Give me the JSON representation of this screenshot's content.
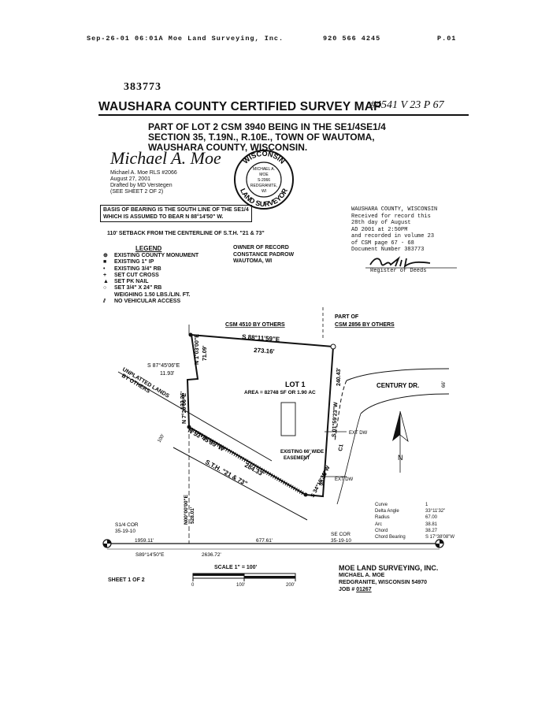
{
  "fax_header": {
    "left": "Sep-26-01 06:01A Moe Land Surveying, Inc.",
    "phone": "920 566 4245",
    "page": "P.01"
  },
  "doc_number": "383773",
  "title": "WAUSHARA COUNTY CERTIFIED SURVEY MAP",
  "handwritten_ref": "#4541 V 23 P 67",
  "description": [
    "PART OF  LOT 2 CSM 3940 BEING IN THE SE1/4SE1/4",
    "SECTION 35, T.19N., R.10E., TOWN OF WAUTOMA,",
    "WAUSHARA COUNTY, WISCONSIN."
  ],
  "surveyor": {
    "signature": "Michael A. Moe",
    "name_line": "Michael A. Moe RLS #2066",
    "date": "August 27, 2001",
    "drafted": "Drafted by MD Verstegen",
    "sheet_ref": "(SEE SHEET 2 OF 2)"
  },
  "seal": {
    "top": "WISCONSIN",
    "bottom": "LAND SURVEYOR",
    "line1": "MICHAEL A.",
    "line2": "MOE",
    "line3": "S-2066",
    "line4": "REDGRANITE,",
    "line5": "WI"
  },
  "bearing_basis": [
    "BASIS OF BEARING IS THE SOUTH LINE OF THE SE1/4",
    "WHICH IS ASSUMED TO BEAR N 88°14'50\" W."
  ],
  "setback_note": "110' SETBACK FROM THE CENTERLINE OF S.T.H. \"21 & 73\"",
  "recording": {
    "county": "WAUSHARA COUNTY, WISCONSIN",
    "line2": "Received for record this",
    "line3": "28th day of August",
    "line4": "AD 2001 at  2:50PM",
    "line5": "and recorded in volume   23",
    "line6": "of CSM        page 67 - 68",
    "line7": "Document Number  383773",
    "registrar": "Register of Deeds"
  },
  "legend": {
    "heading": "LEGEND",
    "items": [
      "EXISTING COUNTY MONUMENT",
      "EXISTING 1\" IP",
      "EXISTING 3/4\" RB",
      "SET CUT CROSS",
      "SET PK NAIL",
      "SET 3/4\" X 24\" RB",
      "WEIGHING 1.50 LBS./LIN. FT.",
      "NO VEHICULAR ACCESS"
    ]
  },
  "owner": {
    "heading": "OWNER OF RECORD",
    "name": "CONSTANCE PADROW",
    "place": "WAUTOMA, WI"
  },
  "map_labels": {
    "csm_4510": "CSM 4510 BY OTHERS",
    "part_of": "PART OF",
    "csm_2856": "CSM 2856 BY OTHERS",
    "north_line_bearing": "S 88°11'59\"E",
    "north_line_dist": "273.16'",
    "west_upper_bearing": "N 1°03'00\"E",
    "west_upper_dist": "71.09'",
    "jog_bearing": "S 87°45'06\"E",
    "jog_dist": "11.93'",
    "west_lower_bearing": "N 7°20'06\"E",
    "west_lower_dist": "133.26'",
    "east_dist": "240.43'",
    "east_bearing": "S 01°59'23\"W",
    "unplatted": "UNPLATTED LANDS",
    "by_others": "BY OTHERS",
    "sw_bearing": "N 53°45'05\"W",
    "hwy_dist": "284.33'",
    "hwy_name": "S.T.H. \"21 & 73\"",
    "se_bearing": "S 34°10'36\"W",
    "se_dist": "33.15'",
    "curve_label": "C1",
    "lot_name": "LOT 1",
    "lot_area": "AREA = 82748 SF OR 1.90 AC",
    "easement1": "EXISTING 66' WIDE",
    "easement2": "EASEMENT",
    "century": "CENTURY DR.",
    "century_width": "66'",
    "ext_dw1": "EXT DW",
    "ext_dw2": "EXT DW",
    "hwy_width": "100'",
    "north": "N",
    "s14_cor": "S1/4 COR",
    "s14_num": "35-19-10",
    "se_cor": "SE COR",
    "se_num": "35-19-10",
    "tie_bearing": "N00°00'00\"E",
    "tie_dist": "528.01'",
    "dist_1959": "1959.11'",
    "dist_677": "677.61'",
    "south_bearing": "S89°14'50\"E",
    "south_dist": "2636.72'"
  },
  "curve_table": {
    "rows": [
      {
        "label": "Curve",
        "value": "1"
      },
      {
        "label": "Delta Angle",
        "value": "33°11'32\""
      },
      {
        "label": "Radius",
        "value": "67.00"
      },
      {
        "label": "Arc",
        "value": "38.81"
      },
      {
        "label": "Chord",
        "value": "38.27"
      },
      {
        "label": "Chord Bearing",
        "value": "S 17°38'08\"W"
      }
    ]
  },
  "scale": {
    "label": "SCALE 1\" = 100'",
    "t0": "0",
    "t1": "100'",
    "t2": "200'"
  },
  "sheet": "SHEET 1 OF 2",
  "company": {
    "name": "MOE LAND SURVEYING, INC.",
    "person": "MICHAEL A. MOE",
    "city": "REDGRANITE, WISCONSIN 54970",
    "job_label": "JOB #",
    "job_no": "01267"
  }
}
